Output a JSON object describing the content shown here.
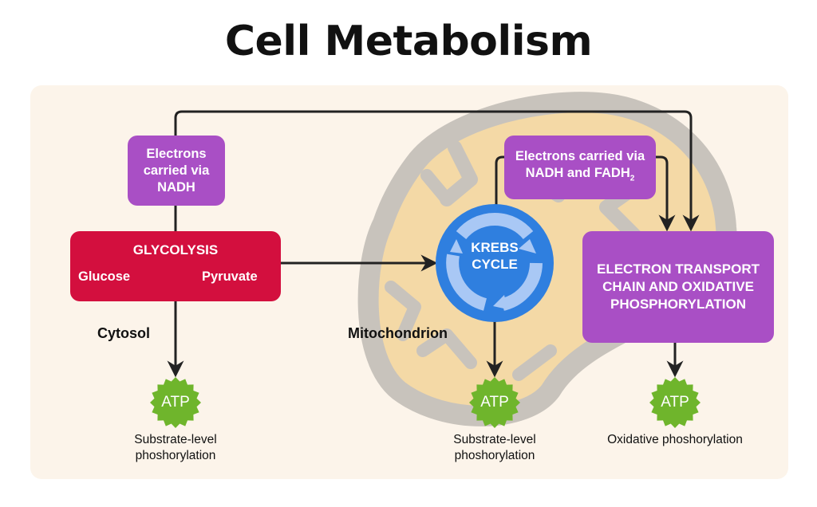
{
  "title": "Cell Metabolism",
  "electrons_nadh": "Electrons carried via NADH",
  "electrons_nadh_fadh_prefix": "Electrons carried via NADH and FADH",
  "electrons_nadh_fadh_sub": "2",
  "glycolysis": {
    "title": "GLYCOLYSIS",
    "from": "Glucose",
    "to": "Pyruvate"
  },
  "krebs": "KREBS CYCLE",
  "etc": "ELECTRON TRANSPORT CHAIN AND OXIDATIVE PHOSPHORYLATION",
  "cytosol": "Cytosol",
  "mitochondrion": "Mitochondrion",
  "atp": [
    "ATP",
    "ATP",
    "ATP"
  ],
  "captions": [
    "Substrate-level phoshorylation",
    "Substrate-level phoshorylation",
    "Oxidative phoshorylation"
  ],
  "colors": {
    "purple": "#a94fc5",
    "red": "#d30f3e",
    "blue": "#2f7fdf",
    "green": "#6fb52c",
    "panel": "#fcf4ea",
    "mito_fill": "#f4d9a6",
    "mito_outline": "#c8c3bc"
  }
}
